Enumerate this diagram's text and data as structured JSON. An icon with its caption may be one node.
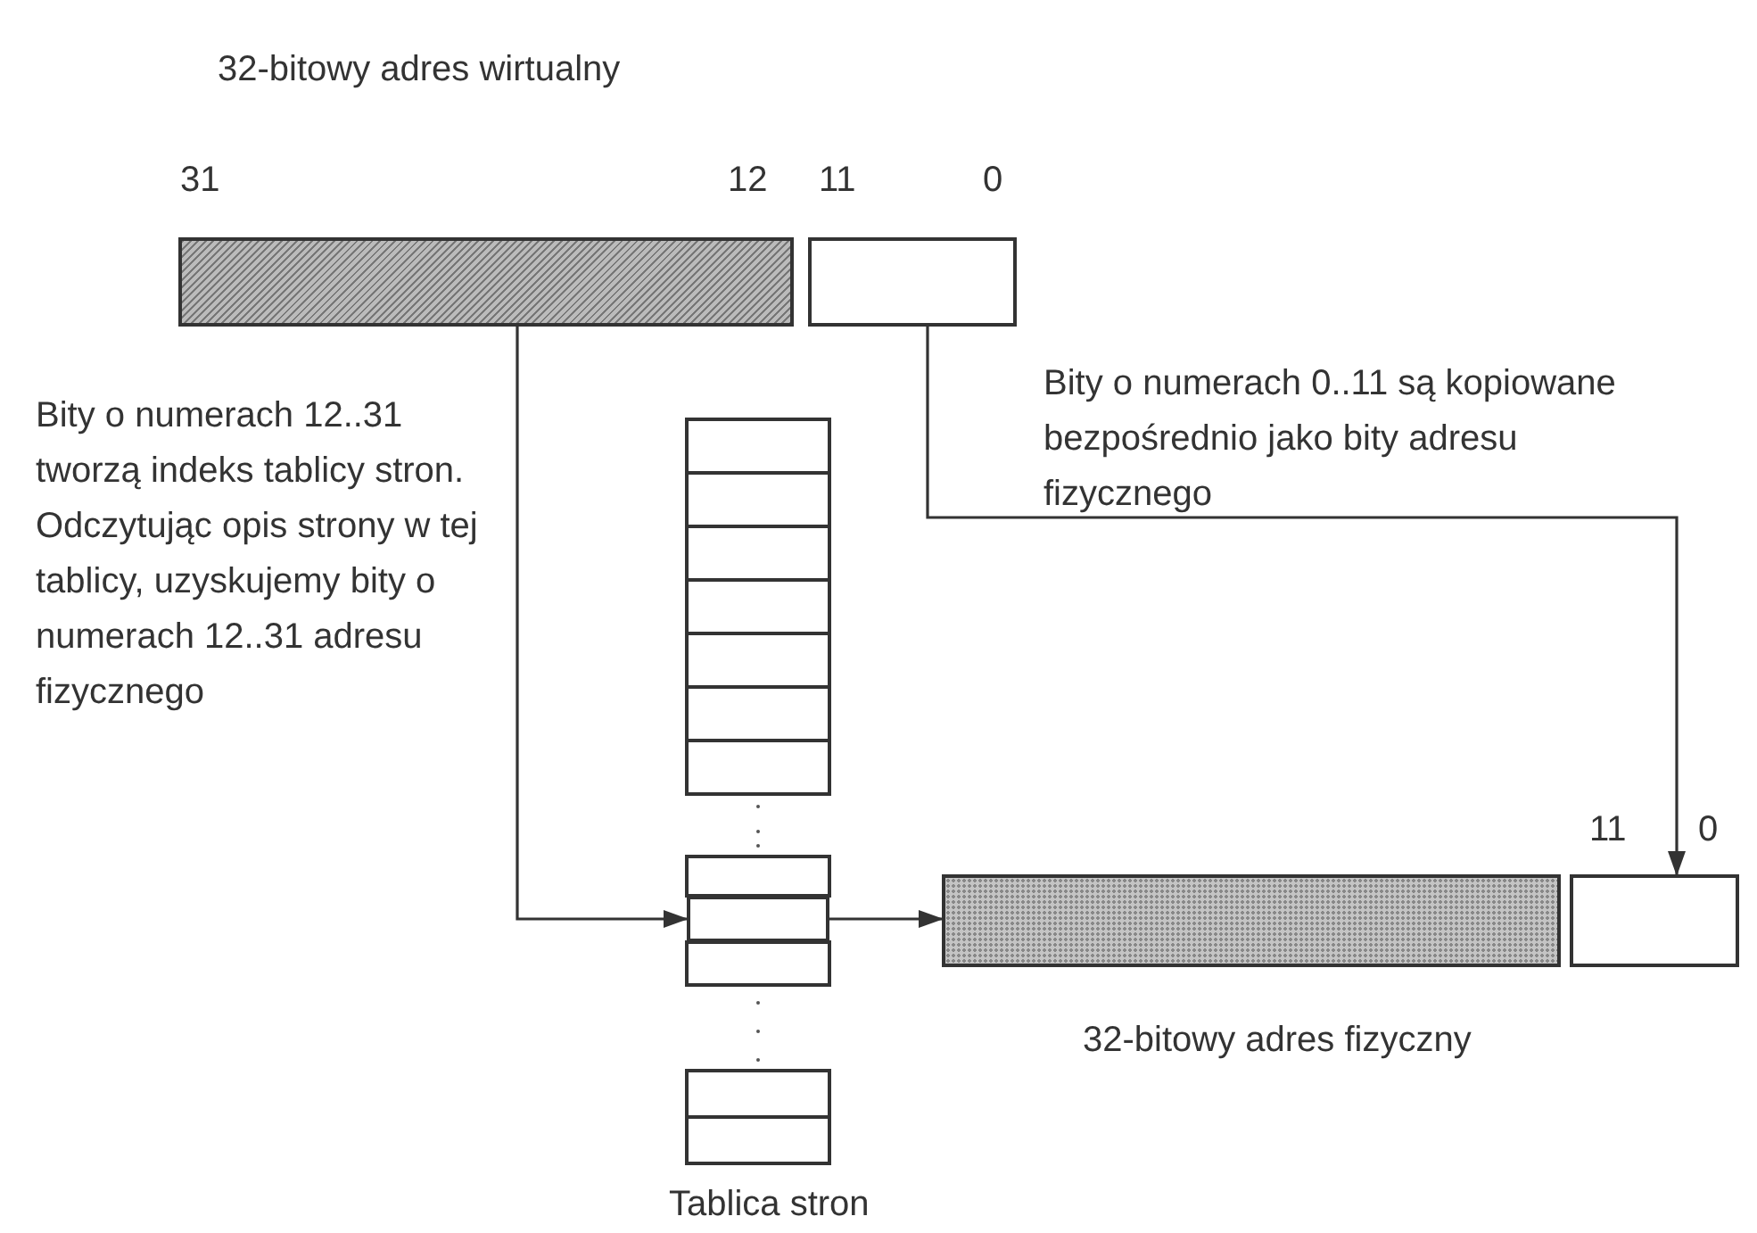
{
  "diagram": {
    "nodes": [
      {
        "text": [],
        "shape": "bar"
      },
      {
        "text": [],
        "shape": "box"
      },
      {
        "text": [],
        "shape": "box"
      },
      {
        "text": [],
        "shape": "bar"
      },
      {
        "text": [],
        "shape": "box"
      }
    ],
    "edges": [
      {
        "from": 0,
        "to": 2,
        "arrow": "to"
      },
      {
        "from": 2,
        "to": 3,
        "arrow": "to"
      },
      {
        "from": 1,
        "to": 4,
        "arrow": "to"
      }
    ],
    "labels": [
      "32-bitowy adres wirtualny",
      "31",
      "12",
      "11",
      "0",
      "Bity o numerach 12..31 tworzą indeks tablicy stron. Odczytując opis strony w tej tablicy, uzyskujemy bity o numerach 12..31 adresu fizycznego",
      "Bity o numerach 0..11 są kopiowane bezpośrednio jako bity adresu fizycznego",
      "11",
      "0",
      "32-bitowy adres fizyczny",
      "Tablica stron"
    ]
  }
}
